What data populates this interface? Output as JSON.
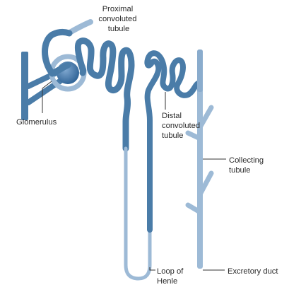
{
  "colors": {
    "tubule_dark": "#4a7ca8",
    "tubule_light": "#9dbad6",
    "glomerulus_fill": "#3f73a6",
    "capsule_ring": "#8fb1d1",
    "background": "#ffffff"
  },
  "labels": {
    "proximal": [
      "Proximal",
      "convoluted",
      "tubule"
    ],
    "glomerulus": [
      "Glomerulus"
    ],
    "distal": [
      "Distal",
      "convoluted",
      "tubule"
    ],
    "collecting": [
      "Collecting",
      "tubule"
    ],
    "loop": [
      "Loop of",
      "Henle"
    ],
    "excretory": [
      "Excretory duct"
    ]
  }
}
